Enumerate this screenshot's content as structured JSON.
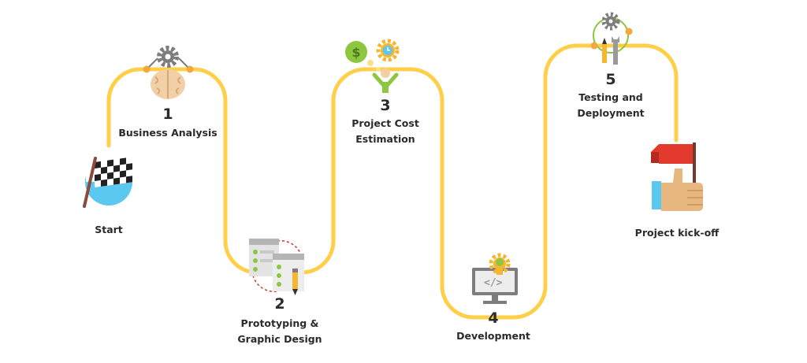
{
  "colors": {
    "path": "#FFCF4A",
    "text": "#2b2b2b",
    "gear": "#7d7d7d",
    "green": "#8DC63F",
    "red": "#E23B2E",
    "blue": "#5BC8EF"
  },
  "start": {
    "label": "Start",
    "icon": "checkered-flag-icon"
  },
  "steps": [
    {
      "number": "1",
      "label": "Business Analysis",
      "icon": "brain-gear-icon"
    },
    {
      "number": "2",
      "label_line1": "Prototyping &",
      "label_line2": "Graphic Design",
      "icon": "wireframe-pencil-icon"
    },
    {
      "number": "3",
      "label_line1": "Project Cost",
      "label_line2": "Estimation",
      "icon": "cost-estimation-icon"
    },
    {
      "number": "4",
      "label": "Development",
      "icon": "monitor-code-bulb-icon"
    },
    {
      "number": "5",
      "label_line1": "Testing and",
      "label_line2": "Deployment",
      "icon": "tools-gear-icon"
    }
  ],
  "finish": {
    "label": "Project kick-off",
    "icon": "thumbs-up-flag-icon"
  }
}
